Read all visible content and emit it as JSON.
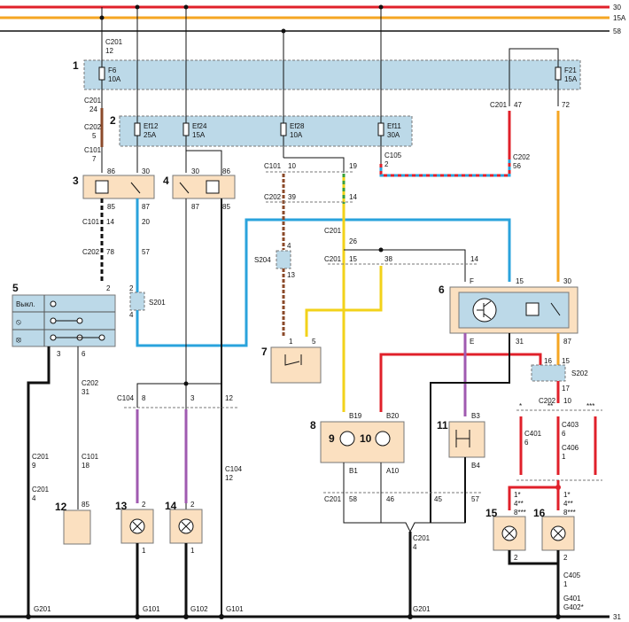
{
  "buses": {
    "b30": "30",
    "b15a": "15A",
    "b58": "58",
    "b31": "31"
  },
  "blocks": {
    "n1": "1",
    "n2": "2",
    "n3": "3",
    "n4": "4",
    "n5": "5",
    "n6": "6",
    "n7": "7",
    "n8": "8",
    "n9": "9",
    "n10": "10",
    "n11": "11",
    "n12": "12",
    "n13": "13",
    "n14": "14",
    "n15": "15",
    "n16": "16"
  },
  "fuses": {
    "f6": "F6",
    "f6a": "10A",
    "f21": "F21",
    "f21a": "15A",
    "ef12": "Ef12",
    "ef12a": "25A",
    "ef24": "Ef24",
    "ef24a": "15A",
    "ef28": "Ef28",
    "ef28a": "10A",
    "ef11": "Ef11",
    "ef11a": "30A"
  },
  "switch5": {
    "off": "Выкл."
  },
  "connectors": {
    "c201": "C201",
    "c202": "C202",
    "c101": "C101",
    "c105": "C105",
    "c104": "C104",
    "c401": "C401",
    "c403": "C403",
    "c405": "C405",
    "c406": "C406",
    "s201": "S201",
    "s202": "S202",
    "s204": "S204",
    "g101": "G101",
    "g102": "G102",
    "g201": "G201",
    "g401": "G401",
    "g402": "G402*"
  },
  "pins": {
    "p1": "1",
    "p2": "2",
    "p3": "3",
    "p4": "4",
    "p5": "5",
    "p6": "6",
    "p7": "7",
    "p8": "8",
    "p9": "9",
    "p10": "10",
    "p12": "12",
    "p13": "13",
    "p14": "14",
    "p15": "15",
    "p16": "16",
    "p17": "17",
    "p18": "18",
    "p19": "19",
    "p20": "20",
    "p24": "24",
    "p26": "26",
    "p30": "30",
    "p31": "31",
    "p38": "38",
    "p39": "39",
    "p45": "45",
    "p46": "46",
    "p47": "47",
    "p56": "56",
    "p57": "57",
    "p58": "58",
    "p72": "72",
    "p78": "78",
    "p85": "85",
    "p86": "86",
    "p87": "87",
    "pB1": "B1",
    "pB3": "B3",
    "pB4": "B4",
    "pB19": "B19",
    "pB20": "B20",
    "pA10": "A10",
    "pF": "F",
    "pE": "E",
    "s1": "*",
    "s2": "**",
    "s3": "***",
    "pm1": "1*",
    "pm4": "4**",
    "pm8": "8***"
  },
  "colors": {
    "red": "#e0202a",
    "orange": "#f5a623",
    "blue": "#2aa3dc",
    "yellow": "#f2d21a",
    "violet": "#a05ab0",
    "brown": "#8b4a2a",
    "green": "#3aa03a",
    "block_blue": "#bcd9e8",
    "block_orange": "#fbe0c0",
    "wire": "#111111"
  }
}
